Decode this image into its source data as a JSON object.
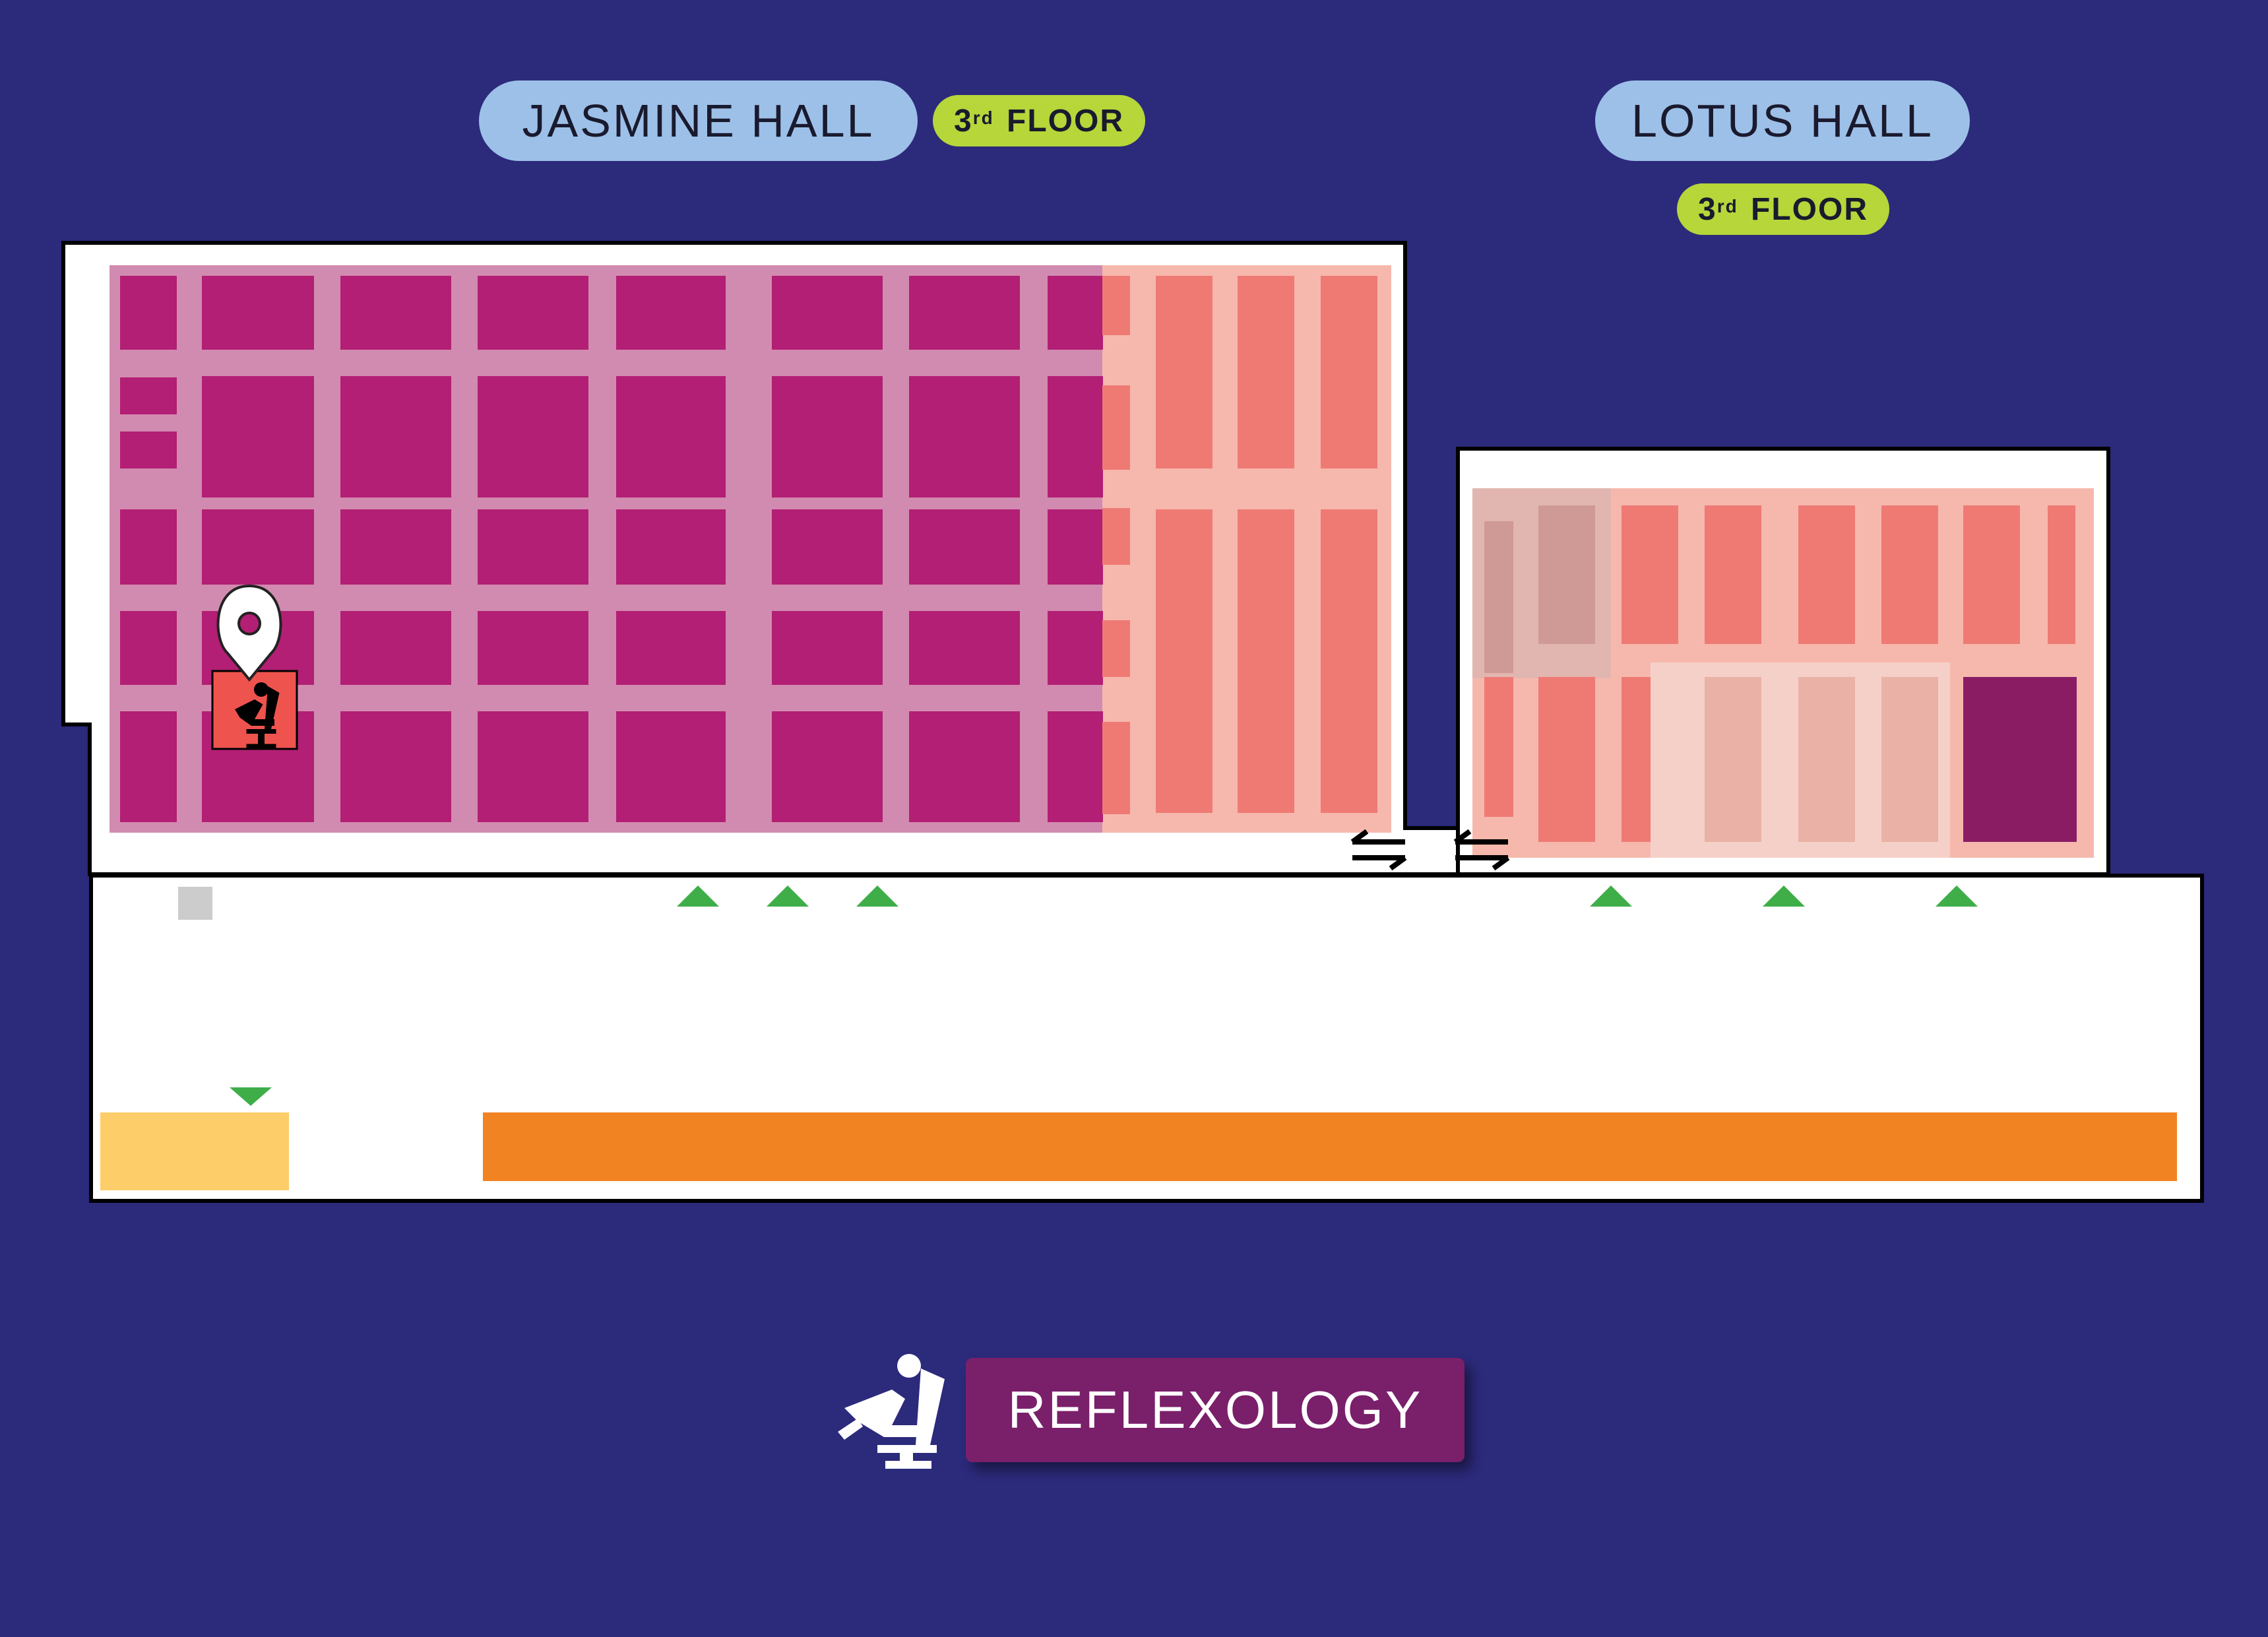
{
  "halls": {
    "jasmine": {
      "name": "JASMINE HALL",
      "floor_number": "3",
      "floor_suffix": "rd",
      "floor_word": "FLOOR"
    },
    "lotus": {
      "name": "LOTUS HALL",
      "floor_number": "3",
      "floor_suffix": "rd",
      "floor_word": "FLOOR"
    }
  },
  "legend": {
    "label": "REFLEXOLOGY",
    "icon": "reflexology-chair-icon"
  },
  "markers": {
    "location_pin": "location-pin-icon",
    "highlighted_booth_icon": "reflexology-chair-icon"
  },
  "colors": {
    "background": "#2c2a7b",
    "hall_pill": "#9dc0e8",
    "floor_pill": "#b6d63a",
    "jasmine_zone": "#d28bb0",
    "jasmine_booth": "#b21f74",
    "salmon_zone": "#f6b8ad",
    "salmon_booth": "#ef7a74",
    "highlight_booth": "#ef534e",
    "dark_booth": "#8a1c64",
    "yellow_block": "#fdcd6a",
    "orange_bar": "#f28322",
    "arrow_green": "#3fae49",
    "legend_bg": "#7a1f6a"
  }
}
